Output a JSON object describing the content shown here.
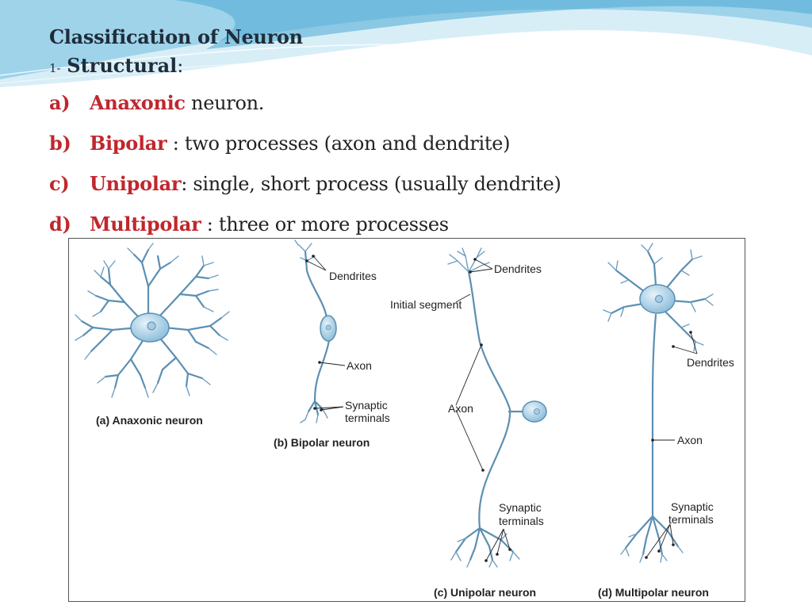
{
  "slide": {
    "title": "Classification of Neuron",
    "subtitle_num": "1-",
    "subtitle_term": "Structural",
    "subtitle_colon": ":"
  },
  "items": [
    {
      "letter": "a)",
      "term": "Anaxonic",
      "rest": " neuron."
    },
    {
      "letter": "b)",
      "term": "Bipolar",
      "rest": " : two processes (axon and dendrite)"
    },
    {
      "letter": "c)",
      "term": "Unipolar",
      "rest": ": single, short process (usually dendrite)"
    },
    {
      "letter": "d)",
      "term": "Multipolar",
      "rest": " : three or more processes"
    }
  ],
  "figure": {
    "captions": {
      "anaxonic": "(a) Anaxonic neuron",
      "bipolar": "(b) Bipolar neuron",
      "unipolar": "(c) Unipolar neuron",
      "multipolar": "(d) Multipolar neuron"
    },
    "labels": {
      "bipolar_dendrites": "Dendrites",
      "bipolar_axon": "Axon",
      "bipolar_synaptic_1": "Synaptic",
      "bipolar_synaptic_2": "terminals",
      "unipolar_dendrites": "Dendrites",
      "unipolar_initial_segment": "Initial segment",
      "unipolar_axon": "Axon",
      "unipolar_synaptic_1": "Synaptic",
      "unipolar_synaptic_2": "terminals",
      "multipolar_dendrites": "Dendrites",
      "multipolar_axon": "Axon",
      "multipolar_synaptic_1": "Synaptic",
      "multipolar_synaptic_2": "terminals"
    },
    "colors": {
      "neuron_fill": "#b9d8ea",
      "neuron_stroke": "#5b8fb3",
      "term_red": "#c0272d"
    }
  }
}
